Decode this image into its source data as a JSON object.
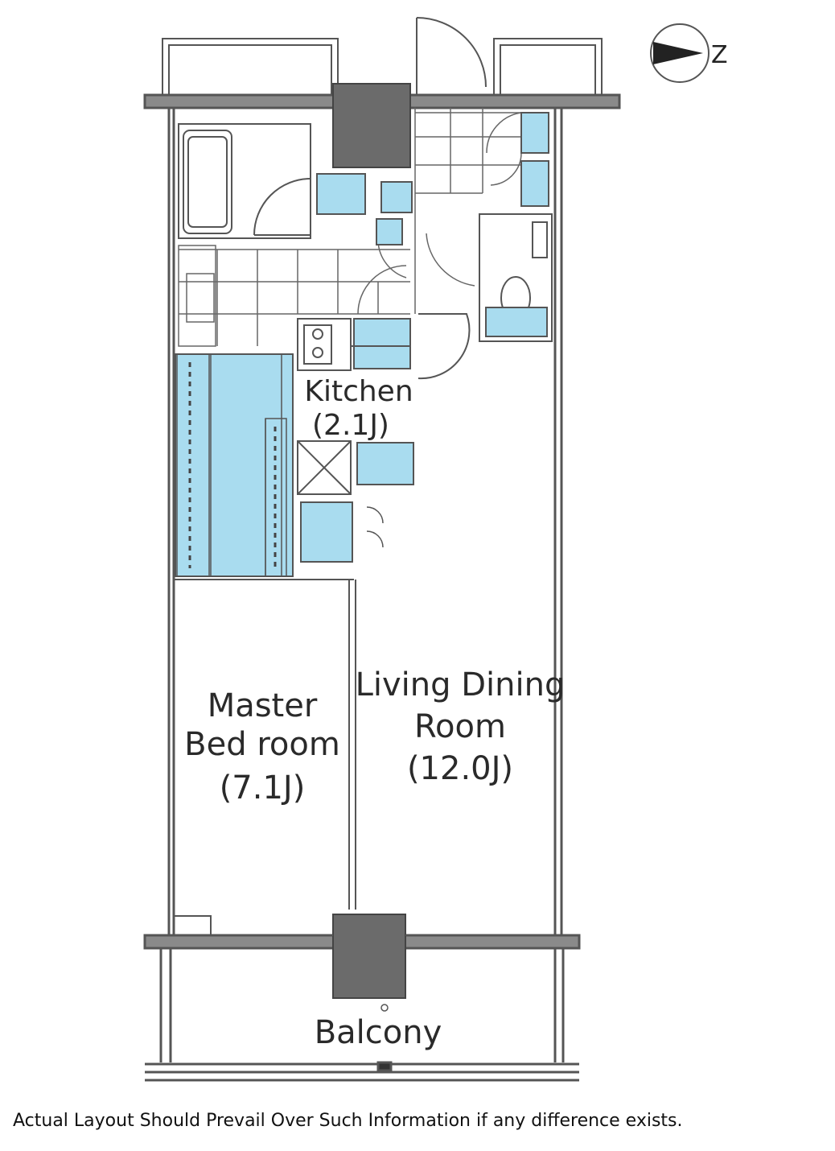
{
  "rooms": {
    "kitchen": {
      "name": "Kitchen",
      "size": "(2.1J)"
    },
    "living": {
      "name_line1": "Living Dining",
      "name_line2": "Room",
      "size": "(12.0J)"
    },
    "master": {
      "name_line1": "Master",
      "name_line2": "Bed room",
      "size": "(7.1J)"
    },
    "balcony": {
      "name": "Balcony"
    }
  },
  "compass": {
    "letter": "Z"
  },
  "disclaimer": "Actual Layout Should Prevail Over Such Information if any difference exists.",
  "colors": {
    "fixture": "#a9dcef",
    "column": "#6b6b6b",
    "wall": "#8a8a8a",
    "line": "#555555"
  }
}
